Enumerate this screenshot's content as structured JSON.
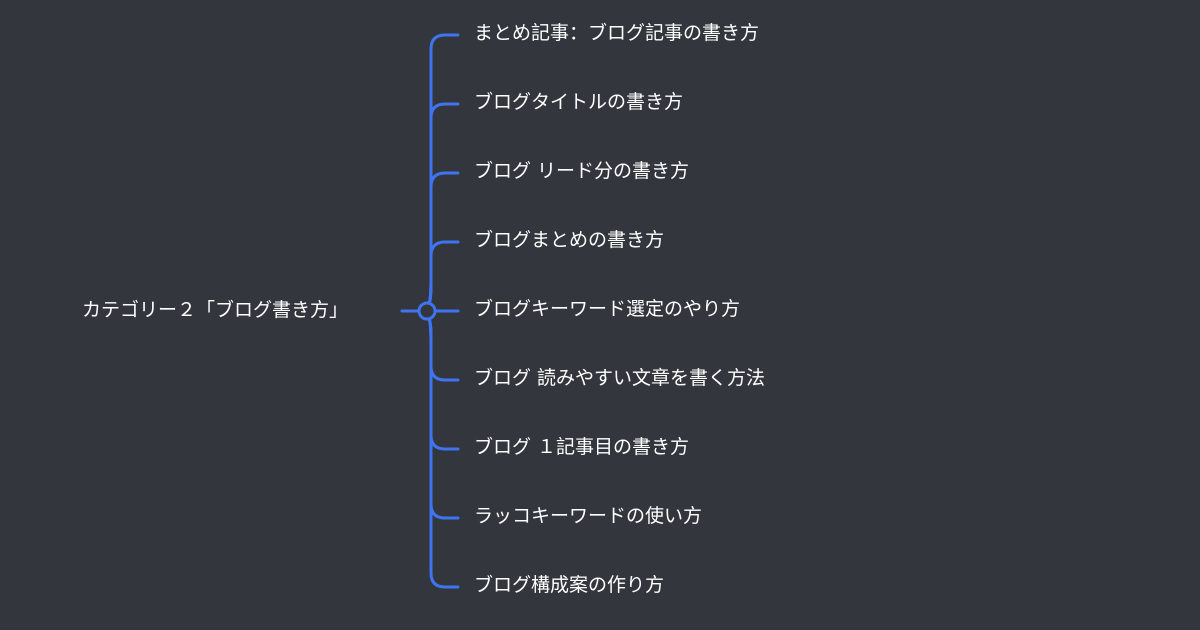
{
  "root": {
    "label": "カテゴリー２「ブログ書き方」"
  },
  "branches": [
    {
      "label": "まとめ記事：ブログ記事の書き方"
    },
    {
      "label": "ブログタイトルの書き方"
    },
    {
      "label": "ブログ リード分の書き方"
    },
    {
      "label": "ブログまとめの書き方"
    },
    {
      "label": "ブログキーワード選定のやり方"
    },
    {
      "label": "ブログ 読みやすい文章を書く方法"
    },
    {
      "label": "ブログ １記事目の書き方"
    },
    {
      "label": "ラッコキーワードの使い方"
    },
    {
      "label": "ブログ構成案の作り方"
    }
  ],
  "colors": {
    "background": "#33373d",
    "connector": "#3f73f0",
    "text": "#ffffff"
  }
}
